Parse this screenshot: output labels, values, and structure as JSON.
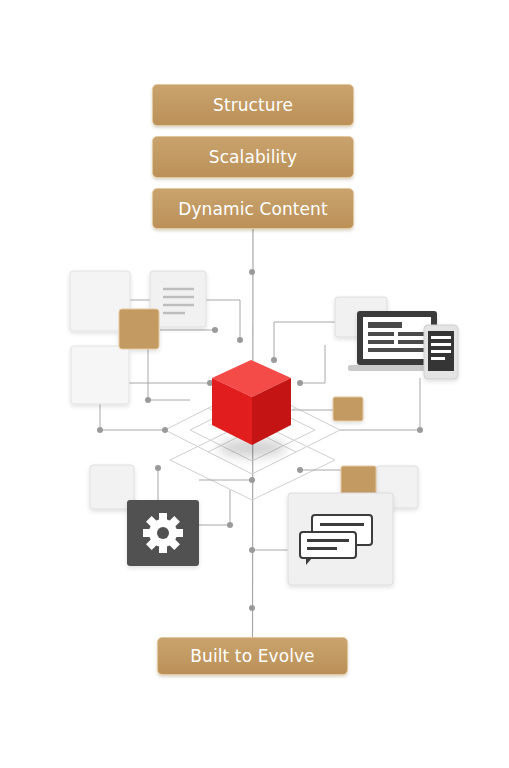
{
  "diagram": {
    "nodes": [
      {
        "text": [
          "Structure"
        ]
      },
      {
        "text": [
          "Scalability"
        ]
      },
      {
        "text": [
          "Dynamic Content"
        ]
      },
      {
        "text": [
          "Built to Evolve"
        ]
      }
    ],
    "edges": [
      {
        "from": 2,
        "to": 3,
        "arrow": "none"
      }
    ]
  }
}
